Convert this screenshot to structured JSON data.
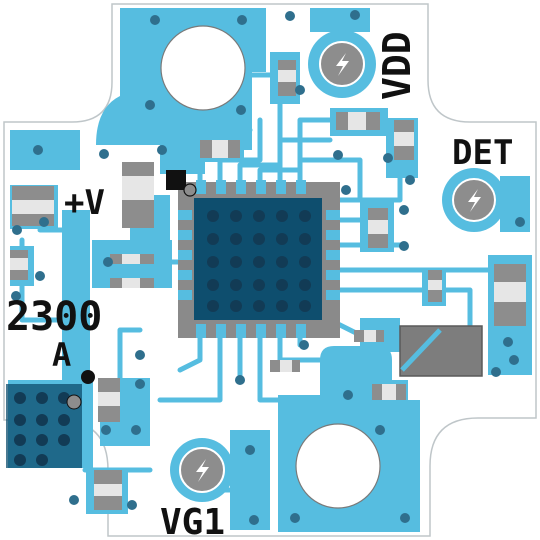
{
  "labels": {
    "vdd": "VDD",
    "det": "DET",
    "plus_v": "+V",
    "part_number": "2300",
    "revision": "A",
    "vg1": "VG1"
  },
  "colors": {
    "board": "#ffffff",
    "copper": "#56bde0",
    "via": "#2f6f8d",
    "silkscreen": "#111111",
    "component_body": "#848484",
    "ic_pad": "#0e4e6e",
    "outline": "#9aa5aa"
  },
  "test_points": [
    {
      "name": "VDD",
      "icon": "lightning-icon"
    },
    {
      "name": "DET",
      "icon": "lightning-icon"
    },
    {
      "name": "VG1",
      "icon": "lightning-icon"
    }
  ]
}
